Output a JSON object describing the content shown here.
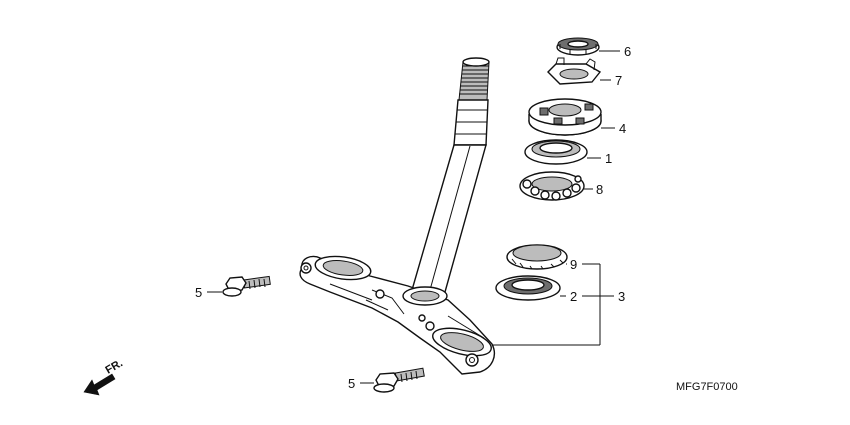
{
  "callouts": {
    "c6": "6",
    "c7": "7",
    "c4": "4",
    "c1": "1",
    "c8": "8",
    "c9": "9",
    "c2": "2",
    "c3": "3",
    "c5a": "5",
    "c5b": "5"
  },
  "front_indicator": "FR.",
  "diagram_code": "MFG7F0700"
}
